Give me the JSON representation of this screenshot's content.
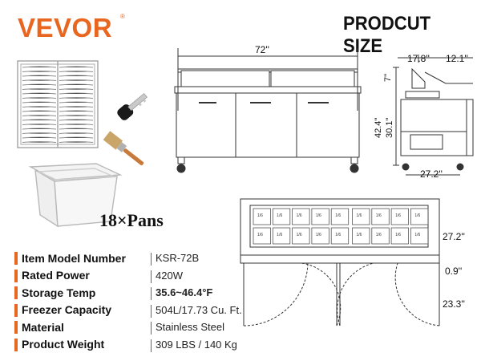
{
  "brand": {
    "logo": "VEVOR",
    "mark": "®"
  },
  "heading": "PRODCUT SIZE",
  "pans_label": "18×Pans",
  "dimensions": {
    "front_width": "72''",
    "side_top_left": "17.8''",
    "side_top_right": "12.1''",
    "side_small_height": "7''",
    "side_total_height": "42.4''",
    "side_body_height": "30.1''",
    "side_depth": "27.2''",
    "top_depth": "27.2''",
    "top_rail": "0.9''",
    "door_swing": "23.3''"
  },
  "pan_tag": "1/6",
  "specs": [
    {
      "name": "Item Model Number",
      "value": "KSR-72B",
      "bold": false
    },
    {
      "name": "Rated Power",
      "value": "420W",
      "bold": false
    },
    {
      "name": "Storage Temp",
      "value": "35.6~46.4°F",
      "bold": true
    },
    {
      "name": "Freezer Capacity",
      "value": "504L/17.73 Cu. Ft.",
      "bold": false
    },
    {
      "name": "Material",
      "value": "Stainless Steel",
      "bold": false
    },
    {
      "name": "Product Weight",
      "value": "309 LBS / 140 Kg",
      "bold": false
    }
  ],
  "colors": {
    "accent": "#e8661f",
    "text": "#111111",
    "line": "#333333"
  }
}
